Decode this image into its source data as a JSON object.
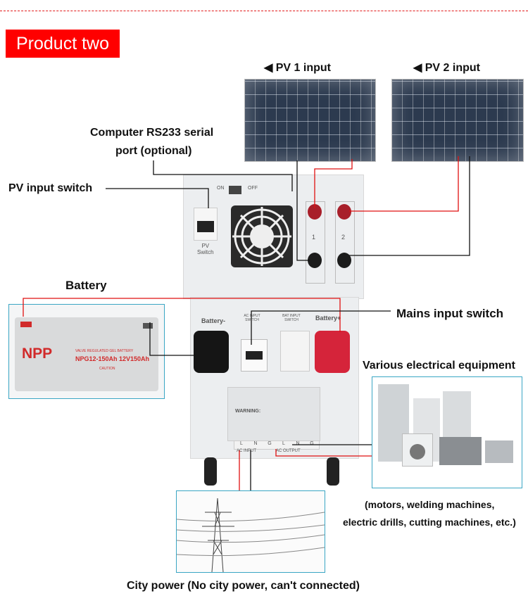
{
  "header": {
    "badge": "Product two"
  },
  "labels": {
    "pv1_input": "PV 1 input",
    "pv2_input": "PV 2 input",
    "rs232_line1": "Computer RS233 serial",
    "rs232_line2": "port (optional)",
    "pv_input_switch": "PV input switch",
    "battery": "Battery",
    "mains_input_switch": "Mains input switch",
    "electrical_equipment": "Various electrical equipment",
    "equipment_note_1": "(motors, welding machines,",
    "equipment_note_2": "electric drills, cutting machines, etc.)",
    "city_power": "City power (No city power, can't connected)"
  },
  "inverter": {
    "on": "ON",
    "off": "OFF",
    "pv_switch": "PV",
    "pv_switch2": "Switch",
    "pv1_num": "1",
    "pv2_num": "2",
    "battery_neg": "Battery-",
    "battery_pos": "Battery+",
    "ac_input_switch": "AC INPUT SWITCH",
    "bat_input_switch": "BAT INPUT SWITCH",
    "warning": "WARNING:",
    "terminals": [
      "L",
      "N",
      "G",
      "L",
      "N",
      "G"
    ],
    "ac_input": "AC INPUT",
    "ac_output": "AC OUTPUT"
  },
  "battery_img": {
    "brand": "NPP",
    "type": "VALVE REGULATED GEL BATTERY",
    "model": "NPG12-150Ah 12V150Ah",
    "caution": "CAUTION"
  },
  "colors": {
    "accent": "#ff0000",
    "frame": "#3aa6c4",
    "wire_red": "#e01010",
    "wire_black": "#111111"
  }
}
